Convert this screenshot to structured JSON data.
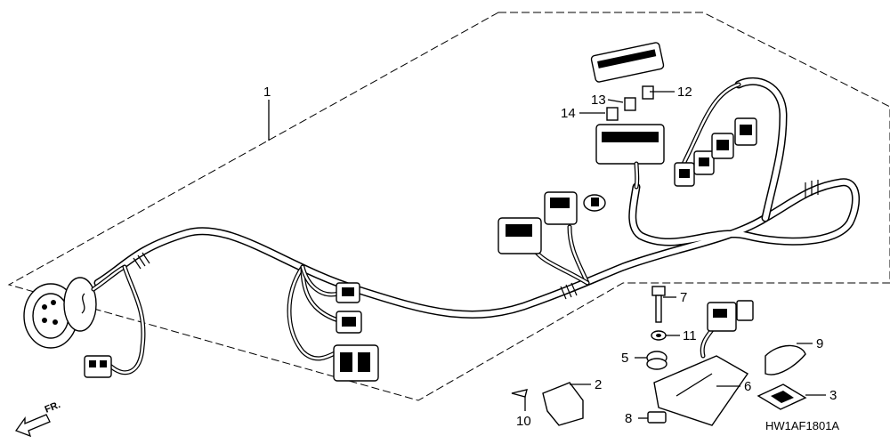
{
  "diagram": {
    "callouts": [
      {
        "id": "c1",
        "text": "1"
      },
      {
        "id": "c2",
        "text": "2"
      },
      {
        "id": "c3",
        "text": "3"
      },
      {
        "id": "c5",
        "text": "5"
      },
      {
        "id": "c6",
        "text": "6"
      },
      {
        "id": "c7",
        "text": "7"
      },
      {
        "id": "c8",
        "text": "8"
      },
      {
        "id": "c9",
        "text": "9"
      },
      {
        "id": "c10",
        "text": "10"
      },
      {
        "id": "c11",
        "text": "11"
      },
      {
        "id": "c12",
        "text": "12"
      },
      {
        "id": "c13",
        "text": "13"
      },
      {
        "id": "c14",
        "text": "14"
      }
    ],
    "diagram_code": "HW1AF1801A",
    "direction_label": "FR."
  }
}
